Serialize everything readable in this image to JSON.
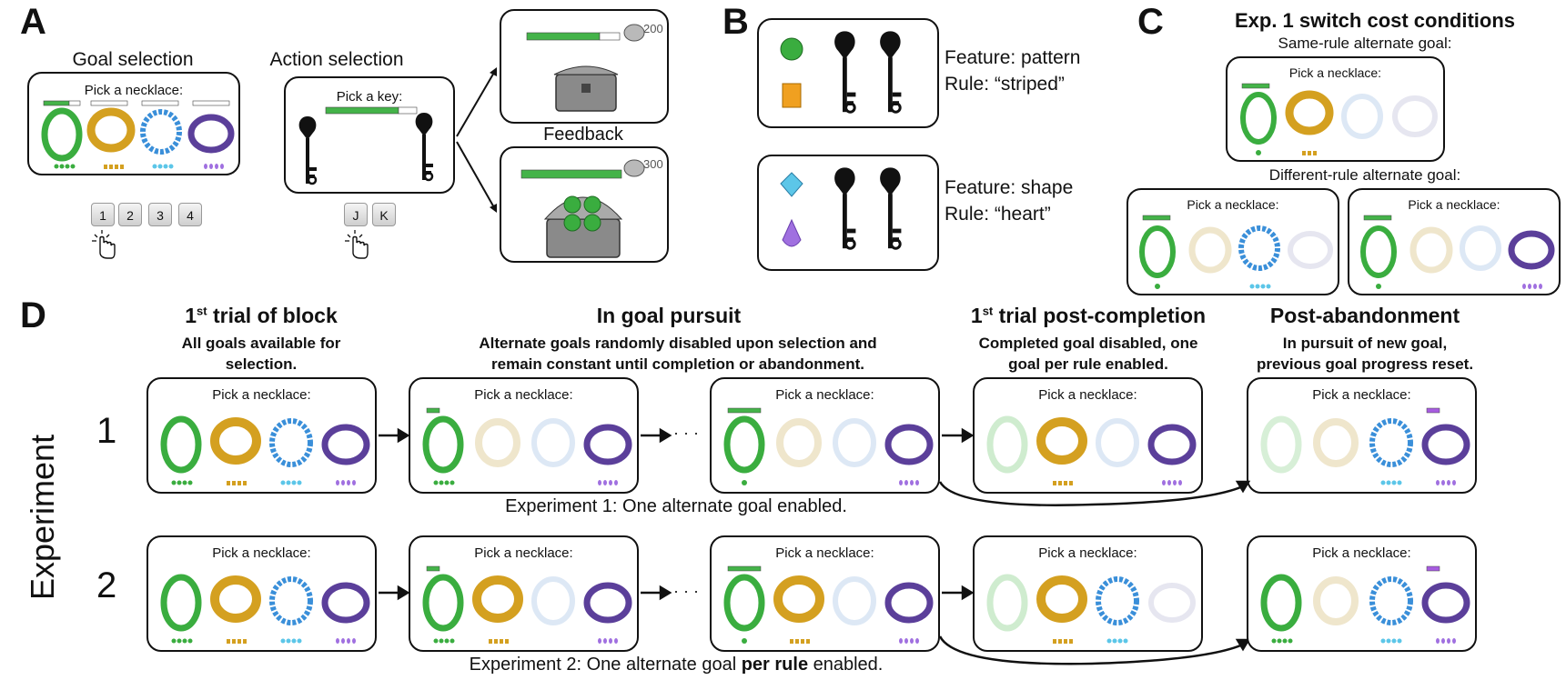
{
  "panels": {
    "A": "A",
    "B": "B",
    "C": "C",
    "D": "D"
  },
  "A": {
    "goal_selection": "Goal selection",
    "action_selection": "Action selection",
    "pick_necklace": "Pick a necklace:",
    "pick_key": "Pick a key:",
    "feedback": "Feedback",
    "keys_numeric": [
      "1",
      "2",
      "3",
      "4"
    ],
    "keys_letters": [
      "J",
      "K"
    ],
    "reward_low": "200",
    "reward_high": "300"
  },
  "B": {
    "top_feature": "Feature: pattern",
    "top_rule": "Rule: “striped”",
    "bottom_feature": "Feature: shape",
    "bottom_rule": "Rule: “heart”"
  },
  "C": {
    "title": "Exp. 1 switch cost conditions",
    "same_rule": "Same-rule alternate goal:",
    "diff_rule": "Different-rule alternate goal:",
    "pick": "Pick a necklace:"
  },
  "D": {
    "h1": "1",
    "h1_sup": "st",
    "h1_rest": " trial of block",
    "s1": "All goals available for selection.",
    "h2": "In goal pursuit",
    "s2a": "Alternate goals randomly disabled upon selection and",
    "s2b": "remain constant until completion or abandonment.",
    "h3": "1",
    "h3_sup": "st",
    "h3_rest": " trial post-completion",
    "s3a": "Completed goal disabled, one",
    "s3b": "goal per rule enabled.",
    "h4": "Post-abandonment",
    "s4a": "In pursuit of new goal,",
    "s4b": "previous goal progress reset.",
    "experiment": "Experiment",
    "row1": "1",
    "row2": "2",
    "ellipsis": "· · ·",
    "cap1": "Experiment 1: One alternate goal enabled.",
    "cap2_pre": "Experiment 2: One alternate goal ",
    "cap2_bold": "per rule",
    "cap2_post": " enabled.",
    "pick": "Pick a necklace:"
  },
  "colors": {
    "green": "#3aad3f",
    "gold": "#d4a020",
    "blue": "#3a8fd9",
    "purple": "#5b3f9a",
    "cream": "#efe6cc",
    "faded": "#dde8f5"
  }
}
